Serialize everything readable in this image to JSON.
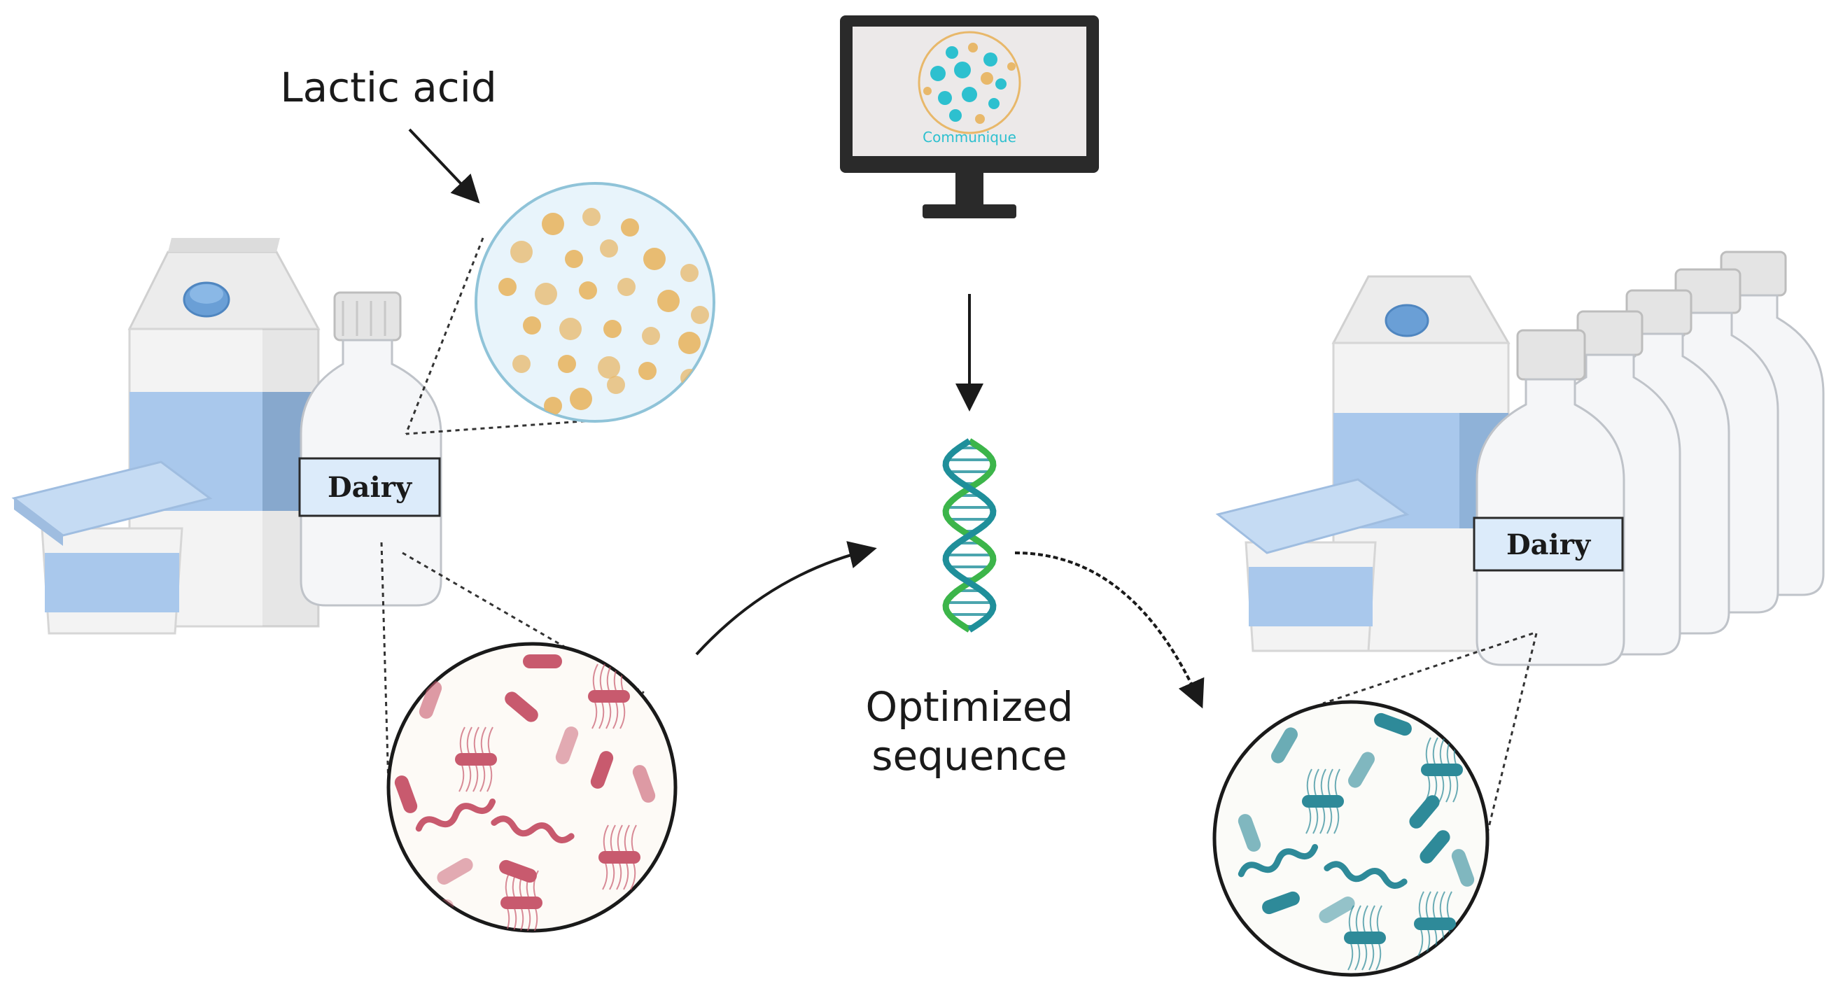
{
  "labels": {
    "lactic_acid": "Lactic acid",
    "dairy_left": "Dairy",
    "dairy_right": "Dairy",
    "monitor_text": "Communique",
    "optimized_line1": "Optimized",
    "optimized_line2": "sequence"
  },
  "colors": {
    "carton_blue": "#a9c8ec",
    "carton_white": "#f3f3f3",
    "bottle_body": "#f5f6f8",
    "label_bg": "#dcebfa",
    "granule": "#e8b86a",
    "bacteria_red": "#c85a6e",
    "bacteria_blue": "#2e8a99",
    "dna_green": "#3cb54a",
    "dna_teal": "#1f8f9a",
    "monitor_dot": "#2dc0cf"
  },
  "icons": {
    "monitor": "computer-monitor-icon",
    "dna": "dna-helix-icon"
  }
}
